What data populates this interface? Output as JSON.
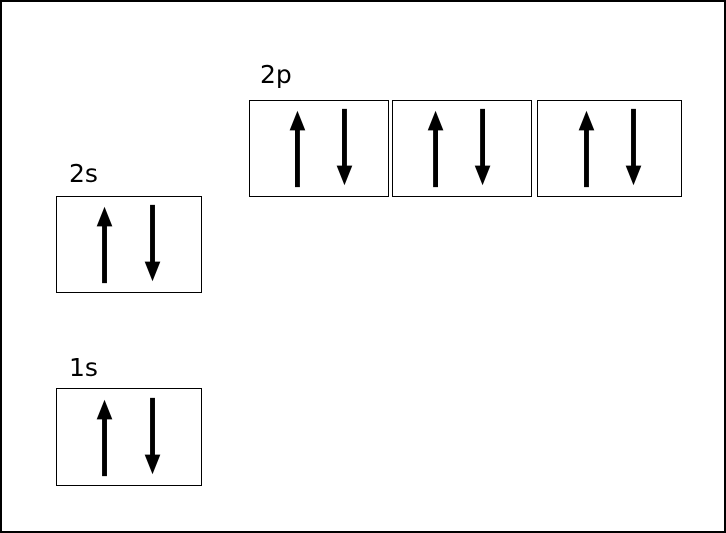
{
  "orbitals": {
    "o1s": {
      "label": "1s",
      "boxes": [
        {
          "electrons": [
            "spin-up-arrow-icon",
            "spin-down-arrow-icon"
          ]
        }
      ]
    },
    "o2s": {
      "label": "2s",
      "boxes": [
        {
          "electrons": [
            "spin-up-arrow-icon",
            "spin-down-arrow-icon"
          ]
        }
      ]
    },
    "o2p": {
      "label": "2p",
      "boxes": [
        {
          "electrons": [
            "spin-up-arrow-icon",
            "spin-down-arrow-icon"
          ]
        },
        {
          "electrons": [
            "spin-up-arrow-icon",
            "spin-down-arrow-icon"
          ]
        },
        {
          "electrons": [
            "spin-up-arrow-icon",
            "spin-down-arrow-icon"
          ]
        }
      ]
    }
  },
  "colors": {
    "line": "#000000",
    "background": "#ffffff"
  }
}
